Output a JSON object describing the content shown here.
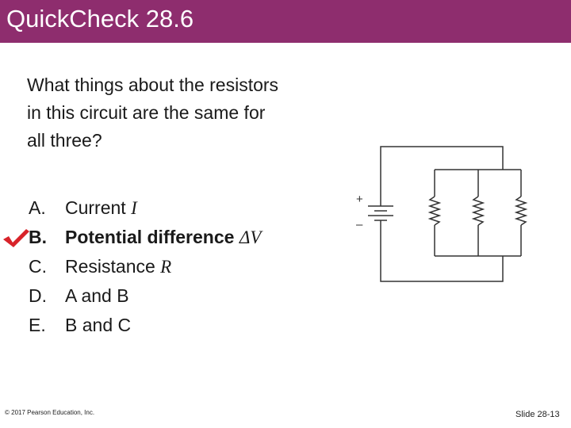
{
  "header": {
    "title": "QuickCheck 28.6",
    "background_color": "#8e2d6e"
  },
  "question": {
    "lines": [
      "What things about the resistors",
      "in this circuit are the same for",
      "all three?"
    ]
  },
  "options": [
    {
      "letter": "A.",
      "text": "Current ",
      "symbol": "I",
      "correct": false
    },
    {
      "letter": "B.",
      "text": "Potential difference ",
      "symbol": "ΔV",
      "correct": true
    },
    {
      "letter": "C.",
      "text": "Resistance ",
      "symbol": "R",
      "correct": false
    },
    {
      "letter": "D.",
      "text": "A and B",
      "symbol": "",
      "correct": false
    },
    {
      "letter": "E.",
      "text": "B and C",
      "symbol": "",
      "correct": false
    }
  ],
  "correct_marker": {
    "icon": "checkmark-icon",
    "color": "#d8232a"
  },
  "circuit": {
    "plus_label": "+",
    "minus_label": "–"
  },
  "footer": {
    "copyright": "© 2017 Pearson Education, Inc.",
    "slide_number": "Slide 28-13"
  }
}
